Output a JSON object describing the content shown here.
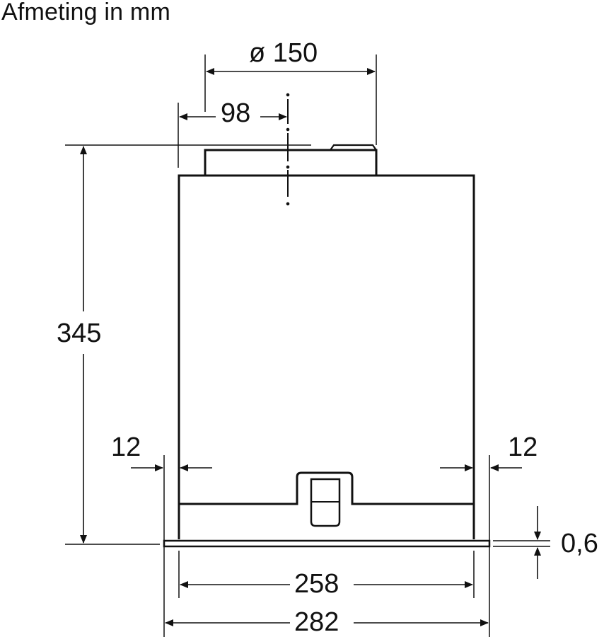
{
  "title": "Afmeting in mm",
  "dimensions": {
    "duct_diameter": "ø 150",
    "duct_offset": "98",
    "height": "345",
    "side_left": "12",
    "side_right": "12",
    "panel_thickness": "0,6",
    "inner_width": "258",
    "outer_width": "282"
  },
  "colors": {
    "line": "#111111",
    "background": "#ffffff"
  }
}
